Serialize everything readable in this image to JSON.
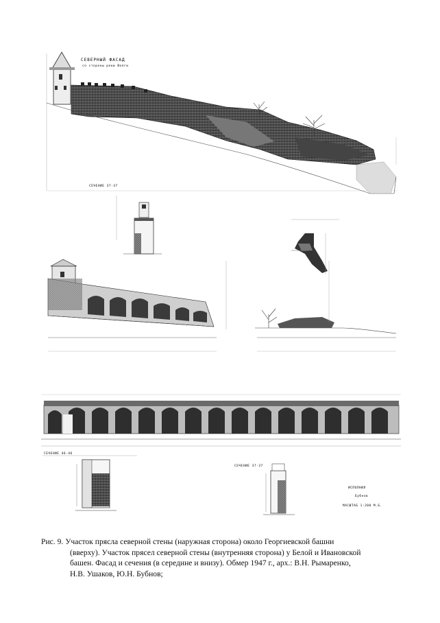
{
  "top_drawing": {
    "title": "СЕВЕРНЫЙ ФАСАД",
    "subtitle": "со стороны реки Волги",
    "section_label": "СЕЧЕНИЕ 37-37"
  },
  "bottom_drawing": {
    "section_a_label": "СЕЧЕНИЕ 46-46",
    "section_b_label": "СЕЧЕНИЕ 37-37"
  },
  "stamp": {
    "line1": "ИСПОЛНИЛ",
    "line2": "Бубнов",
    "line3": "МАСШТАБ 1:200 М.Б."
  },
  "caption": {
    "line1": "Рис. 9. Участок прясла северной стены (наружная сторона) около Георгиевской башни",
    "line2": "(вверху). Участок прясел северной стены (внутренняя сторона) у Белой и Ивановской",
    "line3": "башен. Фасад и сечения (в середине и внизу). Обмер 1947 г., арх.: В.Н. Рымаренко,",
    "line4": "Н.В. Ушаков, Ю.Н. Бубнов;"
  },
  "colors": {
    "ink": "#111111",
    "wall": "#3a3a3a",
    "paper": "#ffffff"
  }
}
